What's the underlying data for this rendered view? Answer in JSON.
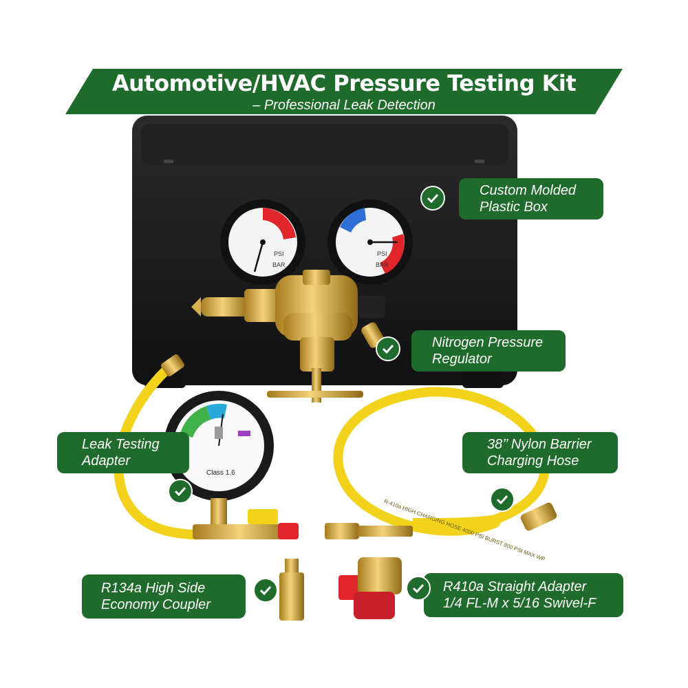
{
  "header": {
    "title": "Automotive/HVAC Pressure Testing Kit",
    "subtitle": "– Professional Leak Detection"
  },
  "callouts": {
    "box": {
      "line1": "Custom Molded",
      "line2": "Plastic Box"
    },
    "regulator": {
      "line1": "Nitrogen Pressure",
      "line2": "Regulator"
    },
    "adapter": {
      "line1": "Leak Testing",
      "line2": "Adapter"
    },
    "hose": {
      "line1": "38’’ Nylon Barrier",
      "line2": "Charging Hose"
    },
    "coupler": {
      "line1": "R134a High Side",
      "line2": "Economy Coupler"
    },
    "straight": {
      "line1": "R410a Straight Adapter",
      "line2": "1/4 FL-M x 5/16 Swivel-F"
    }
  },
  "gauge_labels": {
    "left_unit": "BAR",
    "left_unit2": "PSI",
    "right_unit": "BAR",
    "right_unit2": "PSI",
    "leak_gauge_class": "Class 1.6",
    "hose_print": "R-410a HIGH CHARGING HOSE 4000 PSI BURST 800 PSI MAX WP"
  },
  "colors": {
    "brand_green": "#1e6b2b",
    "case_black": "#1a1a1a",
    "brass": "#c9a13b",
    "hose_yellow": "#f2d21a",
    "red": "#e0262b"
  }
}
